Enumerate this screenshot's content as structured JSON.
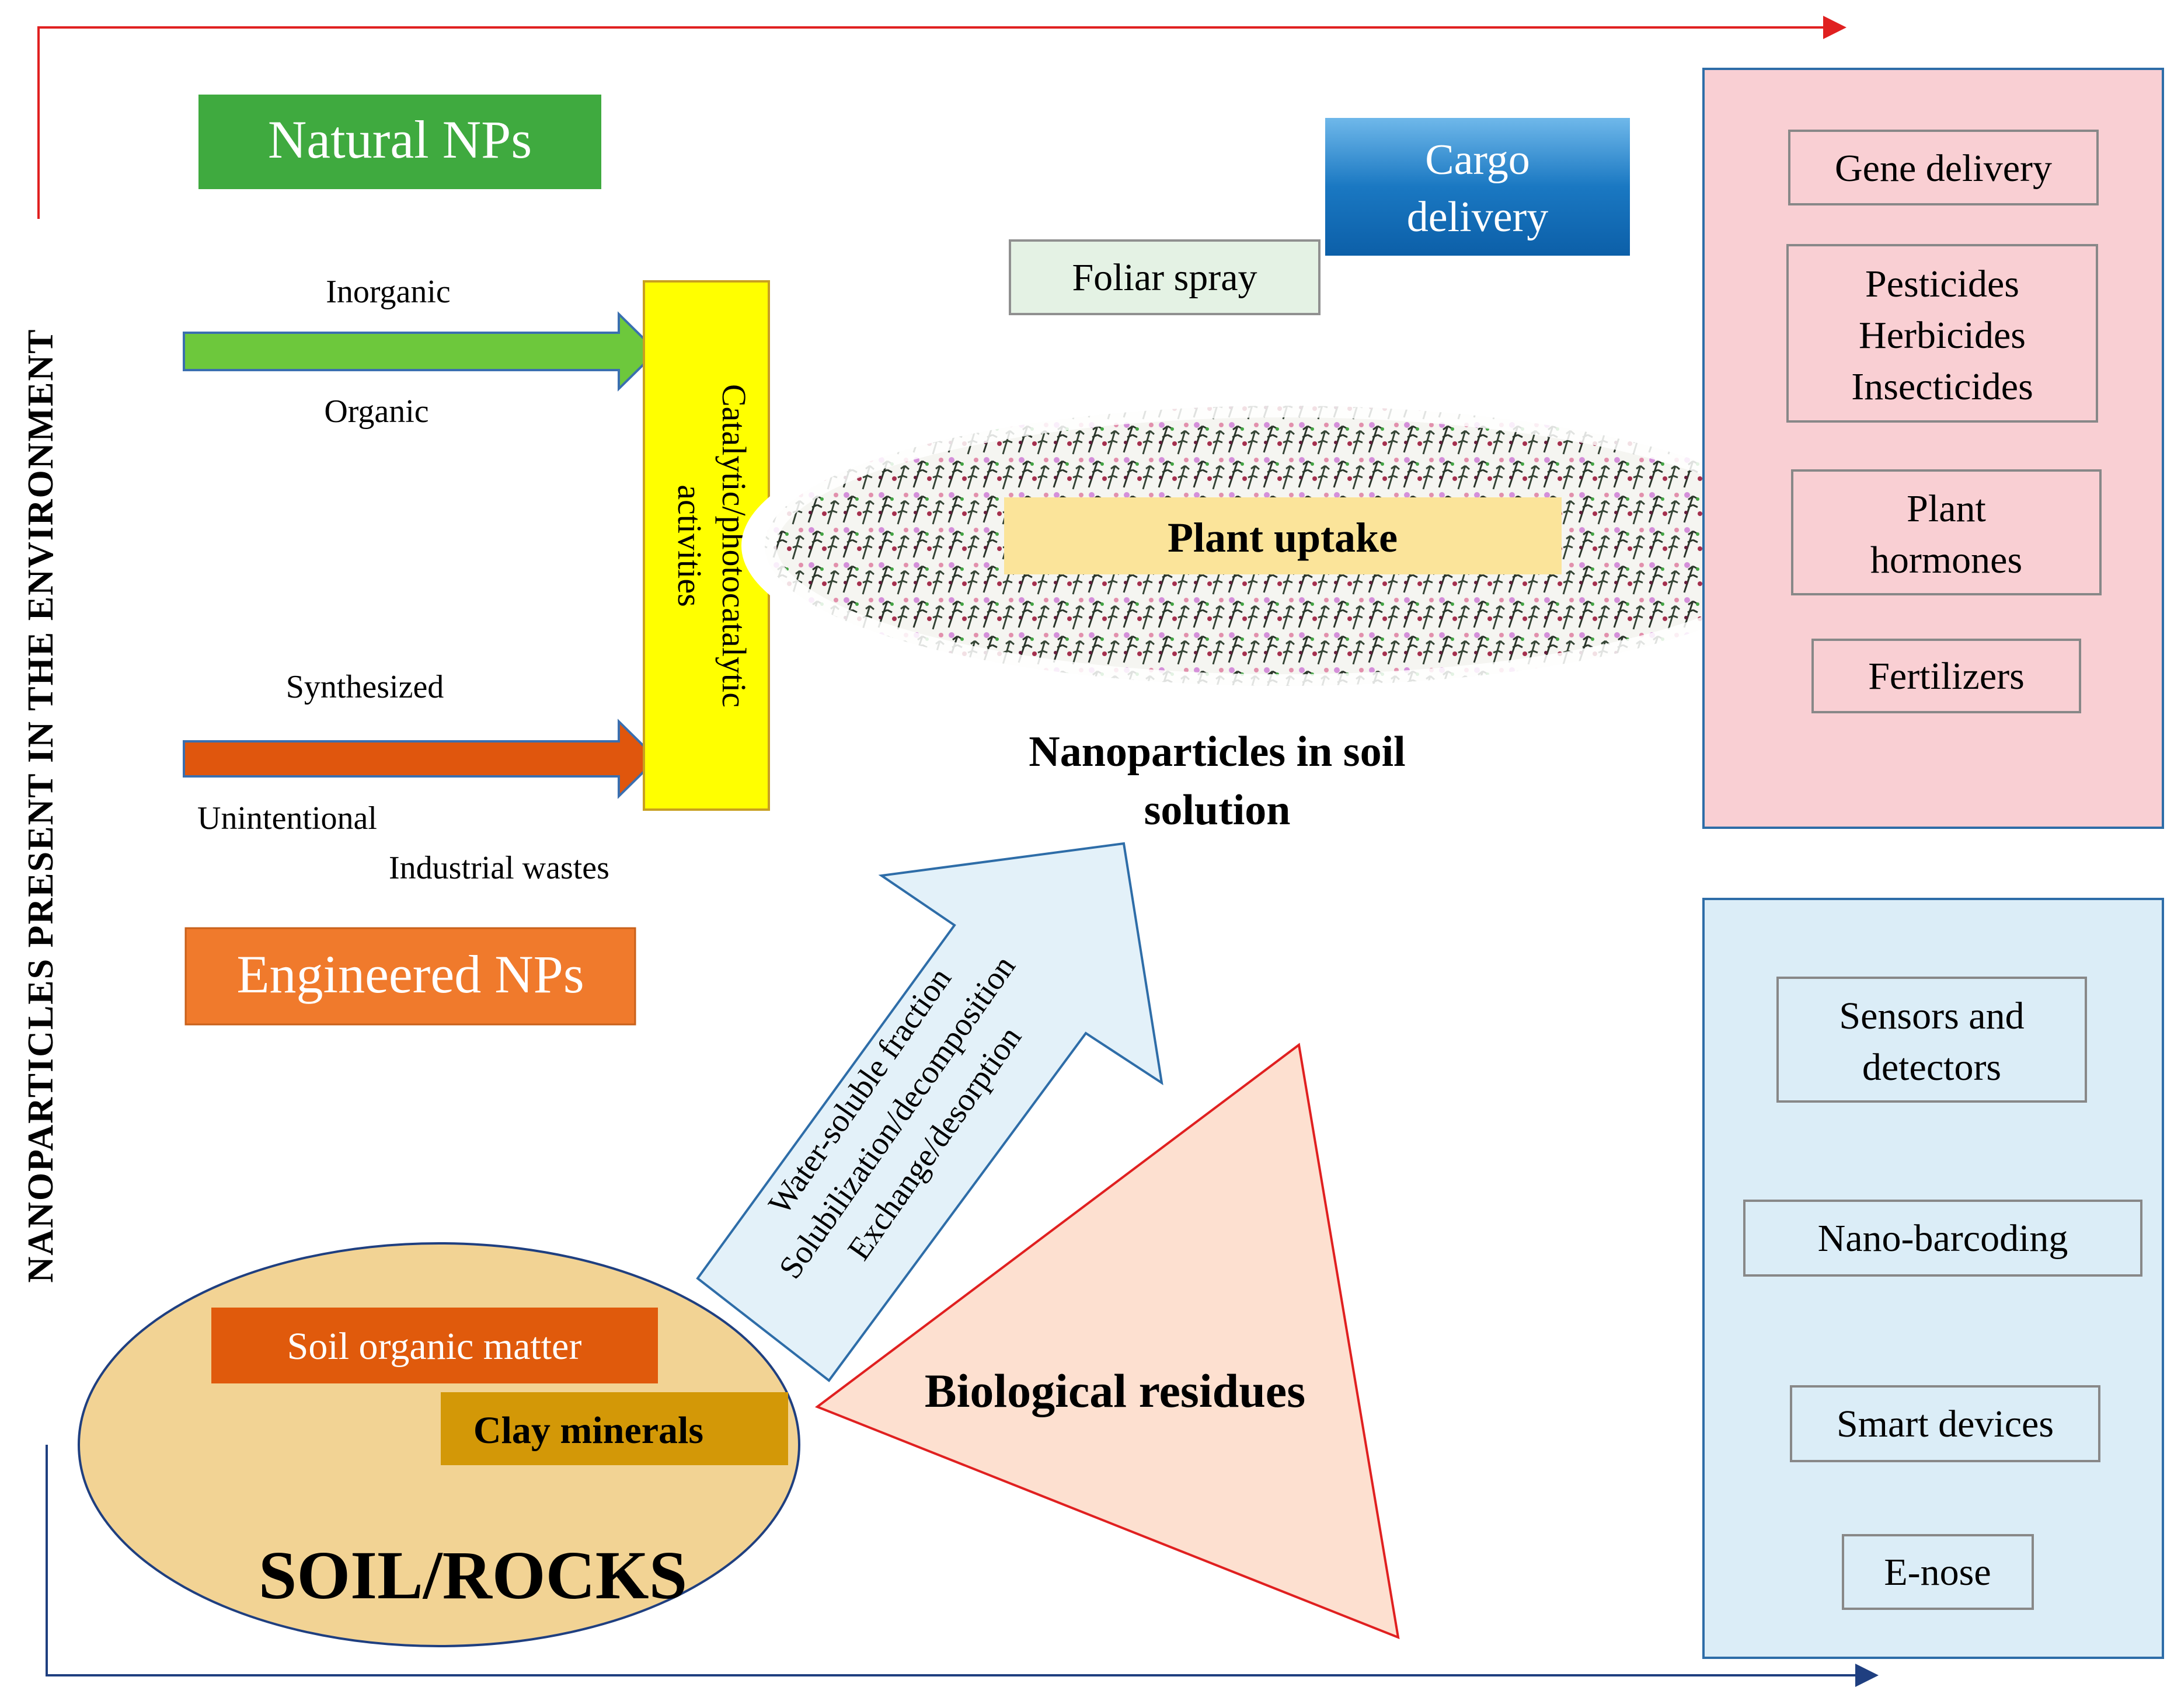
{
  "side_title": "NANOPARTICLES PRESENT IN THE ENVIRONMENT",
  "natural_nps": "Natural NPs",
  "engineered_nps": "Engineered NPs",
  "inorganic": "Inorganic",
  "organic": "Organic",
  "synthesized": "Synthesized",
  "unintentional": "Unintentional",
  "industrial_wastes": "Industrial wastes",
  "catalytic_line1": "Catalytic/photocatalytic",
  "catalytic_line2": "activities",
  "cargo_line1": "Cargo",
  "cargo_line2": "delivery",
  "foliar_spray": "Foliar spray",
  "plant_uptake": "Plant uptake",
  "nano_soil_line1": "Nanoparticles in soil",
  "nano_soil_line2": "solution",
  "arrow_line1": "Water-soluble fraction",
  "arrow_line2": "Solubilization/decomposition",
  "arrow_line3": "Exchange/desorption",
  "biological_residues": "Biological residues",
  "soil_organic_matter": "Soil organic matter",
  "clay_minerals": "Clay minerals",
  "soil_rocks": "SOIL/ROCKS",
  "agri_apps": {
    "gene_delivery": "Gene delivery",
    "pesticides": "Pesticides",
    "herbicides": "Herbicides",
    "insecticides": "Insecticides",
    "plant_hormones_line1": "Plant",
    "plant_hormones_line2": "hormones",
    "fertilizers": "Fertilizers"
  },
  "sensing_apps": {
    "sensors_line1": "Sensors and",
    "sensors_line2": "detectors",
    "nano_barcoding": "Nano-barcoding",
    "smart_devices": "Smart devices",
    "e_nose": "E-nose"
  },
  "colors": {
    "natural_green": "#3faa3f",
    "engineered_orange": "#f07a2c",
    "arrow_green": "#6dc83c",
    "arrow_orange": "#e0560d",
    "catalytic_yellow": "#ffff00",
    "cargo_blue": "#1a78c2",
    "foliar_bg": "#e4f2e4",
    "plant_uptake_bg": "#fbe49a",
    "pink_panel": "#f9cfd3",
    "blue_panel": "#dbedf7",
    "soil_ellipse": "#f2d394",
    "soil_organic": "#e05a0c",
    "clay": "#d39807",
    "triangle_fill": "#fde0d0",
    "red_line": "#e02020",
    "navy_line": "#1f3f80"
  }
}
